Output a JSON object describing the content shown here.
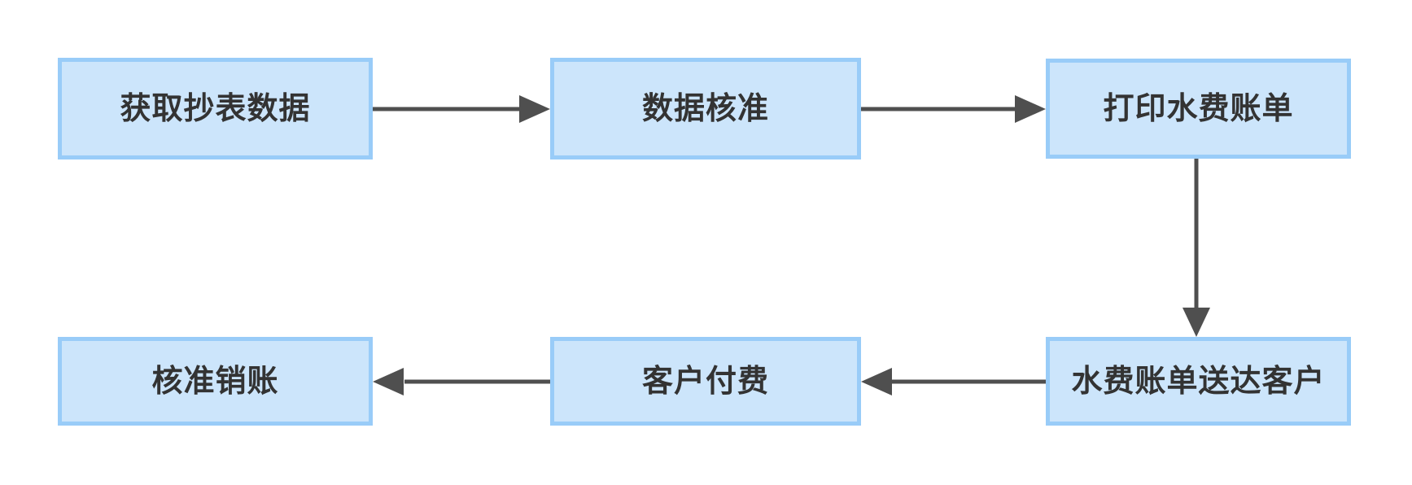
{
  "diagram": {
    "type": "flowchart",
    "background": "#ffffff",
    "colors": {
      "node_fill": "#cce5fb",
      "node_border": "#99ccf8",
      "arrow": "#4f4f4f",
      "text": "#333333"
    },
    "nodes": [
      {
        "id": "get-meter-data",
        "label": "获取抄表数据"
      },
      {
        "id": "data-verification",
        "label": "数据核准"
      },
      {
        "id": "print-water-bill",
        "label": "打印水费账单"
      },
      {
        "id": "deliver-bill-to-customer",
        "label": "水费账单送达客户"
      },
      {
        "id": "customer-payment",
        "label": "客户付费"
      },
      {
        "id": "approve-writeoff",
        "label": "核准销账"
      }
    ],
    "edges": [
      {
        "from": "get-meter-data",
        "to": "data-verification"
      },
      {
        "from": "data-verification",
        "to": "print-water-bill"
      },
      {
        "from": "print-water-bill",
        "to": "deliver-bill-to-customer"
      },
      {
        "from": "deliver-bill-to-customer",
        "to": "customer-payment"
      },
      {
        "from": "customer-payment",
        "to": "approve-writeoff"
      }
    ]
  }
}
